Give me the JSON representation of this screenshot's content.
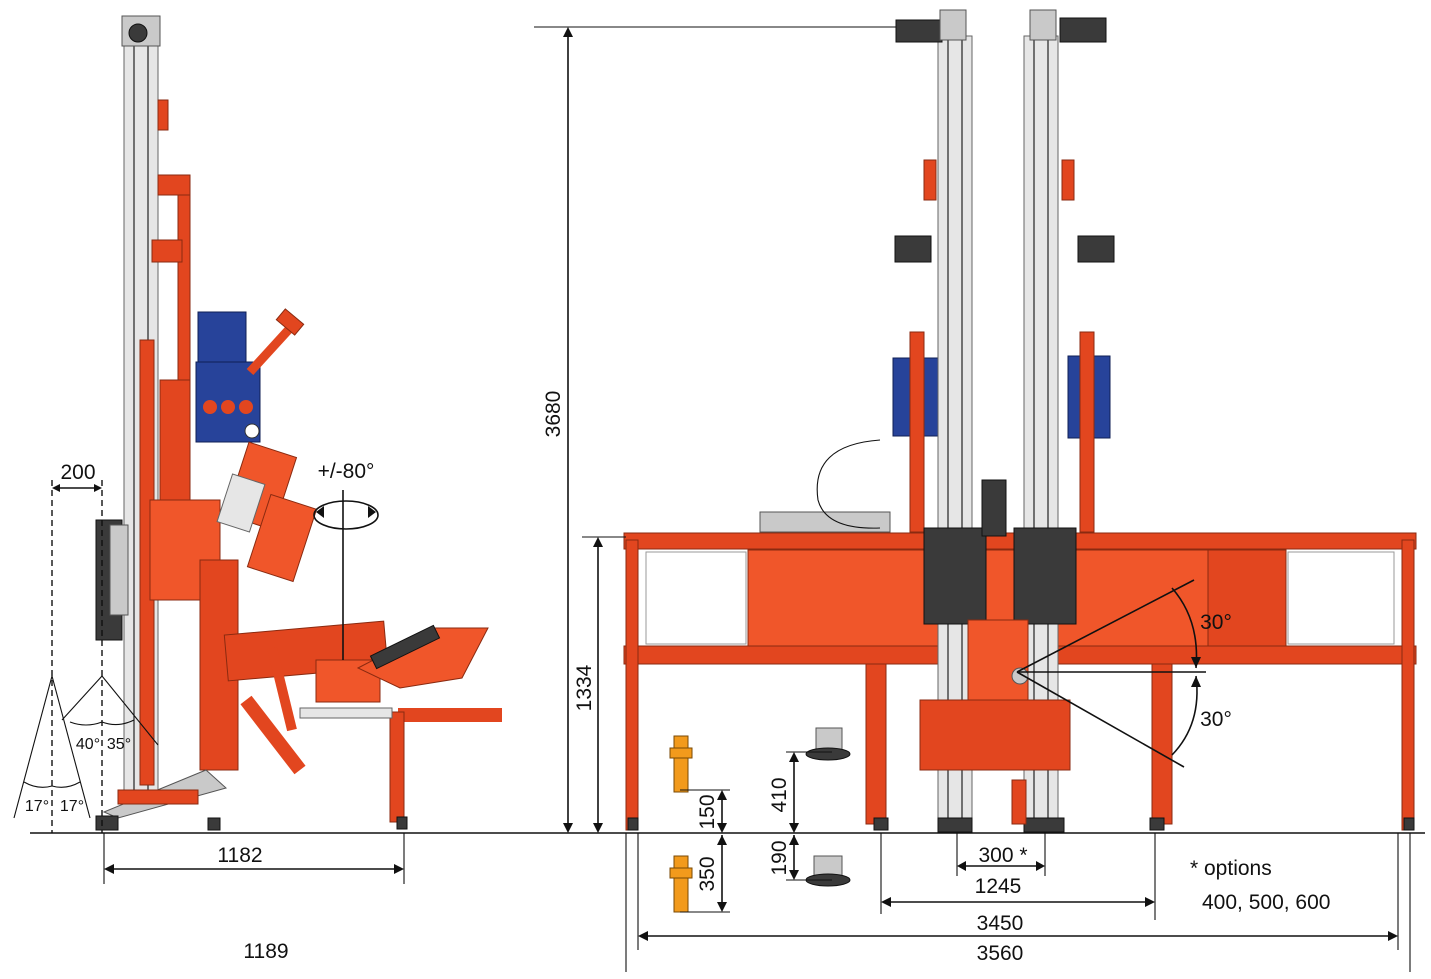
{
  "side_view": {
    "height_dim": "3680",
    "offset_dim": "200",
    "rotation_dim": "+/-80°",
    "angle_a": "40°",
    "angle_b": "35°",
    "angle_c": "17°",
    "angle_d": "17°",
    "length_dim": "1182",
    "bottom_dim": "1189"
  },
  "front_view": {
    "frame_height_dim": "1334",
    "tilt_up": "30°",
    "tilt_down": "30°",
    "spacing_dim": "300 *",
    "mast_dim": "1245",
    "track_dim": "3450",
    "overall_dim": "3560",
    "foot_dim_410": "410",
    "foot_dim_190": "190",
    "pad_dim_150": "150",
    "pad_dim_350": "350",
    "options_title": "* options",
    "options_values": "400, 500, 600"
  }
}
